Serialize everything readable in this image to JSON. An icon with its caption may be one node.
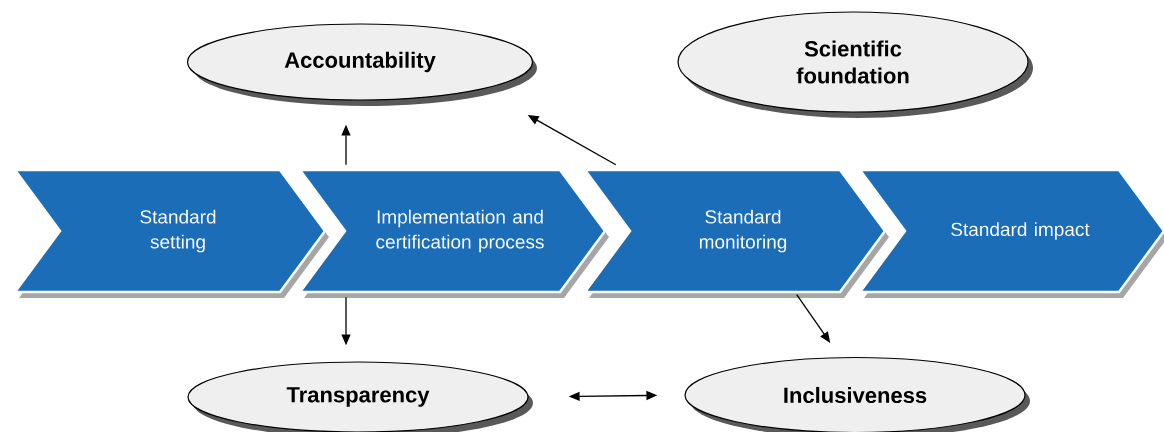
{
  "diagram": {
    "nodes": [
      {
        "text": [
          "Accountability"
        ]
      },
      {
        "text": [
          "Scientific foundation"
        ]
      },
      {
        "text": [
          "Standard setting"
        ]
      },
      {
        "text": [
          "Implementation and certification process"
        ]
      },
      {
        "text": [
          "Standard monitoring"
        ]
      },
      {
        "text": [
          "Standard impact"
        ]
      },
      {
        "text": [
          "Transparency"
        ]
      },
      {
        "text": [
          "Inclusiveness"
        ]
      }
    ],
    "edges": [
      {
        "from": 3,
        "to": 0,
        "arrow": "to"
      },
      {
        "from": 3,
        "to": 6,
        "arrow": "to"
      },
      {
        "from": 4,
        "to": 0,
        "arrow": "to"
      },
      {
        "from": 4,
        "to": 7,
        "arrow": "to"
      },
      {
        "from": 6,
        "to": 7,
        "arrow": "both"
      }
    ]
  }
}
